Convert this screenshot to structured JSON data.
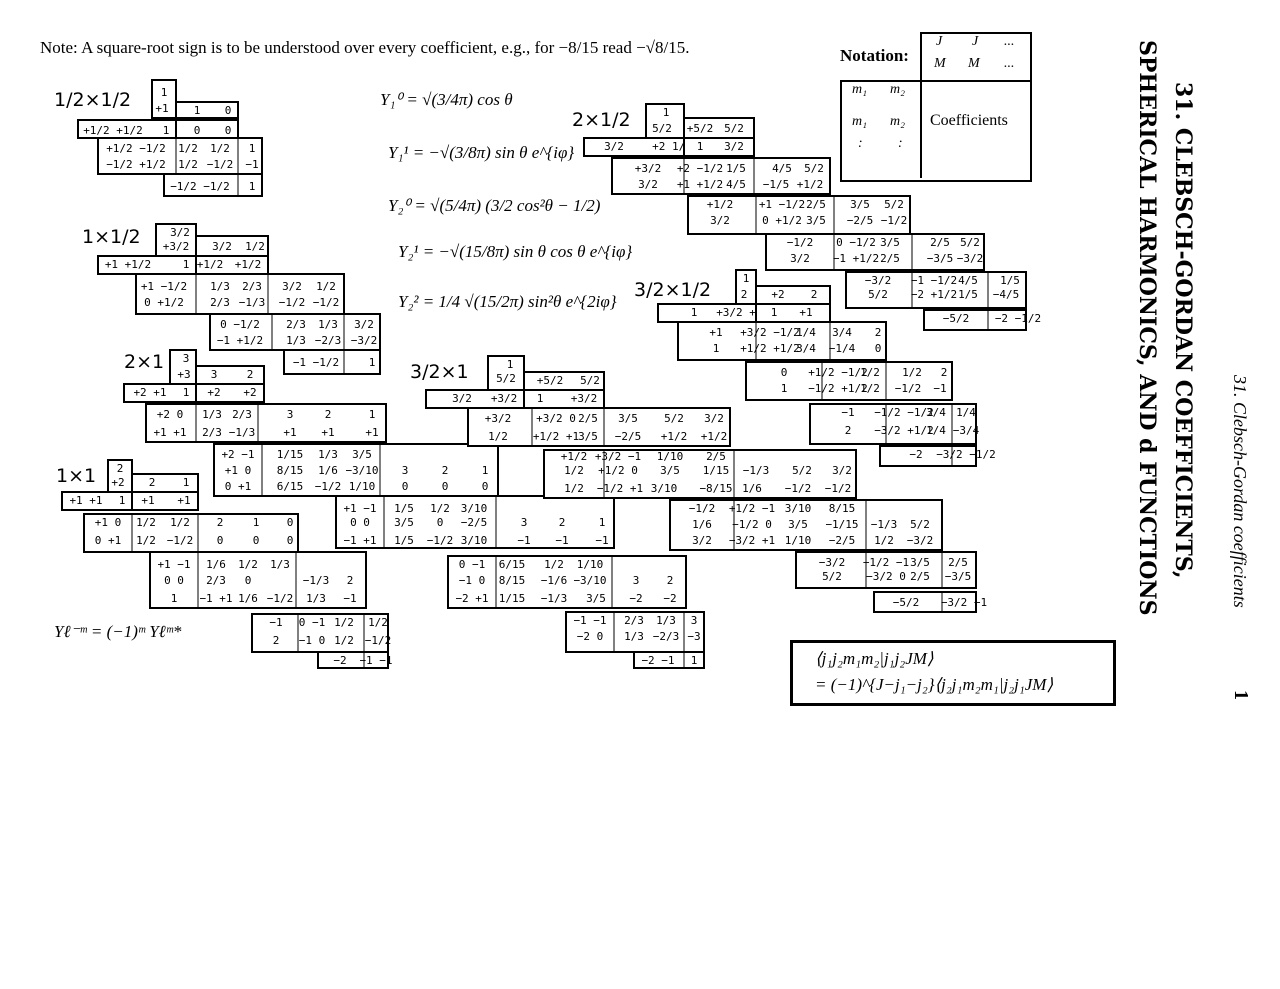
{
  "note": "Note: A square-root sign is to be understood over every coefficient, e.g., for −8/15 read −√8/15.",
  "running_head": "31. Clebsch-Gordan coefficients",
  "page_number": "1",
  "title_line1": "31. CLEBSCH-GORDAN COEFFICIENTS,",
  "title_line2": "SPHERICAL HARMONICS, AND d FUNCTIONS",
  "notation": {
    "label": "Notation:",
    "J1": "J",
    "J2": "J",
    "dots1": "...",
    "M1": "M",
    "M2": "M",
    "dots2": "...",
    "m1": "m₁",
    "m2": "m₂",
    "m1b": "m₁",
    "m2b": "m₂",
    "coefficients": "Coefficients",
    "vdots": ":"
  },
  "spherical_harmonics": [
    "Y₁⁰ = √(3/4π) cos θ",
    "Y₁¹ = −√(3/8π) sin θ e^{iφ}",
    "Y₂⁰ = √(5/4π) (3/2 cos²θ − 1/2)",
    "Y₂¹ = −√(15/8π) sin θ cos θ e^{iφ}",
    "Y₂² = 1/4 √(15/2π) sin²θ e^{2iφ}"
  ],
  "ylm_relation": "Yℓ⁻ᵐ = (−1)ᵐ Yℓᵐ*",
  "identity_line1": "⟨j₁j₂m₁m₂|j₁j₂JM⟩",
  "identity_line2": "= (−1)^{J−j₁−j₂}⟨j₂j₁m₂m₁|j₂j₁JM⟩",
  "tables": {
    "t_half_half": {
      "label": "1/2×1/2"
    },
    "t_1_half": {
      "label": "1×1/2"
    },
    "t_2_1": {
      "label": "2×1"
    },
    "t_1_1": {
      "label": "1×1"
    },
    "t_2_half": {
      "label": "2×1/2"
    },
    "t_3half_half": {
      "label": "3/2×1/2"
    },
    "t_3half_1": {
      "label": "3/2×1"
    }
  },
  "cells": [
    "1",
    "+1",
    "1",
    "0",
    "+1/2 +1/2",
    "1",
    "0",
    "0",
    "+1/2 −1/2",
    "1/2",
    "1/2",
    "1",
    "−1/2 +1/2",
    "1/2",
    "−1/2",
    "−1",
    "−1/2 −1/2",
    "1",
    "3/2",
    "+3/2",
    "3/2",
    "1/2",
    "+1 +1/2",
    "1",
    "+1/2",
    "+1/2",
    "+1 −1/2",
    "1/3",
    "2/3",
    "3/2",
    "1/2",
    "0 +1/2",
    "2/3",
    "−1/3",
    "−1/2",
    "−1/2",
    "0 −1/2",
    "2/3",
    "1/3",
    "3/2",
    "−1 +1/2",
    "1/3",
    "−2/3",
    "−3/2",
    "−1 −1/2",
    "1",
    "3",
    "+3",
    "3",
    "2",
    "+2 +1",
    "1",
    "+2",
    "+2",
    "+2 0",
    "1/3",
    "2/3",
    "3",
    "2",
    "1",
    "+1 +1",
    "2/3",
    "−1/3",
    "+1",
    "+1",
    "+1",
    "+2 −1",
    "1/15",
    "1/3",
    "3/5",
    "+1 0",
    "8/15",
    "1/6",
    "−3/10",
    "3",
    "2",
    "1",
    "0 +1",
    "6/15",
    "−1/2",
    "1/10",
    "0",
    "0",
    "0",
    "+1 −1",
    "1/5",
    "1/2",
    "3/10",
    "0 0",
    "3/5",
    "0",
    "−2/5",
    "3",
    "2",
    "1",
    "−1 +1",
    "1/5",
    "−1/2",
    "3/10",
    "−1",
    "−1",
    "−1",
    "0 −1",
    "6/15",
    "1/2",
    "1/10",
    "−1 0",
    "8/15",
    "−1/6",
    "−3/10",
    "3",
    "2",
    "−2 +1",
    "1/15",
    "−1/3",
    "3/5",
    "−2",
    "−2",
    "−1 −1",
    "2/3",
    "1/3",
    "3",
    "−2 0",
    "1/3",
    "−2/3",
    "−3",
    "−2 −1",
    "1",
    "2",
    "+2",
    "2",
    "1",
    "+1 +1",
    "1",
    "+1",
    "+1",
    "+1 0",
    "1/2",
    "1/2",
    "2",
    "1",
    "0",
    "0 +1",
    "1/2",
    "−1/2",
    "0",
    "0",
    "0",
    "+1 −1",
    "1/6",
    "1/2",
    "1/3",
    "0 0",
    "2/3",
    "0",
    "−1/3",
    "2",
    "1",
    "−1 +1",
    "1/6",
    "−1/2",
    "1/3",
    "−1",
    "−1",
    "0 −1",
    "1/2",
    "1/2",
    "2",
    "−1 0",
    "1/2",
    "−1/2",
    "−2",
    "−1 −1",
    "1",
    "5/2",
    "+5/2",
    "5/2",
    "3/2",
    "+2 1/2",
    "1",
    "3/2",
    "+3/2",
    "+2 −1/2",
    "1/5",
    "4/5",
    "5/2",
    "3/2",
    "+1 +1/2",
    "4/5",
    "−1/5",
    "+1/2",
    "+1/2",
    "+1 −1/2",
    "2/5",
    "3/5",
    "5/2",
    "3/2",
    "0 +1/2",
    "3/5",
    "−2/5",
    "−1/2",
    "−1/2",
    "0 −1/2",
    "3/5",
    "2/5",
    "5/2",
    "3/2",
    "−1 +1/2",
    "2/5",
    "−3/5",
    "−3/2",
    "−3/2",
    "−1 −1/2",
    "4/5",
    "1/5",
    "5/2",
    "−2 +1/2",
    "1/5",
    "−4/5",
    "−5/2",
    "−2 −1/2",
    "1",
    "2",
    "+2",
    "2",
    "1",
    "+3/2 +1/2",
    "1",
    "+1",
    "+1",
    "+3/2 −1/2",
    "1/4",
    "3/4",
    "2",
    "1",
    "+1/2 +1/2",
    "3/4",
    "−1/4",
    "0",
    "0",
    "+1/2 −1/2",
    "1/2",
    "1/2",
    "2",
    "1",
    "−1/2 +1/2",
    "1/2",
    "−1/2",
    "−1",
    "−1",
    "−1/2 −1/2",
    "3/4",
    "1/4",
    "2",
    "−3/2 +1/2",
    "1/4",
    "−3/4",
    "−2",
    "−3/2 −1/2",
    "1",
    "5/2",
    "+5/2",
    "5/2",
    "3/2",
    "+3/2 +1",
    "1",
    "+3/2",
    "+3/2",
    "+3/2 0",
    "2/5",
    "3/5",
    "5/2",
    "3/2",
    "1/2",
    "+1/2 +1",
    "3/5",
    "−2/5",
    "+1/2",
    "+1/2",
    "+1/2",
    "+3/2 −1",
    "1/10",
    "2/5",
    "1/2",
    "+1/2 0",
    "3/5",
    "1/15",
    "−1/3",
    "5/2",
    "3/2",
    "1/2",
    "−1/2 +1",
    "3/10",
    "−8/15",
    "1/6",
    "−1/2",
    "−1/2",
    "−1/2",
    "+1/2 −1",
    "3/10",
    "8/15",
    "1/6",
    "−1/2 0",
    "3/5",
    "−1/15",
    "−1/3",
    "5/2",
    "3/2",
    "−3/2 +1",
    "1/10",
    "−2/5",
    "1/2",
    "−3/2",
    "−3/2",
    "−1/2 −1",
    "3/5",
    "2/5",
    "5/2",
    "−3/2 0",
    "2/5",
    "−3/5",
    "−5/2",
    "−3/2 −1",
    "1"
  ]
}
